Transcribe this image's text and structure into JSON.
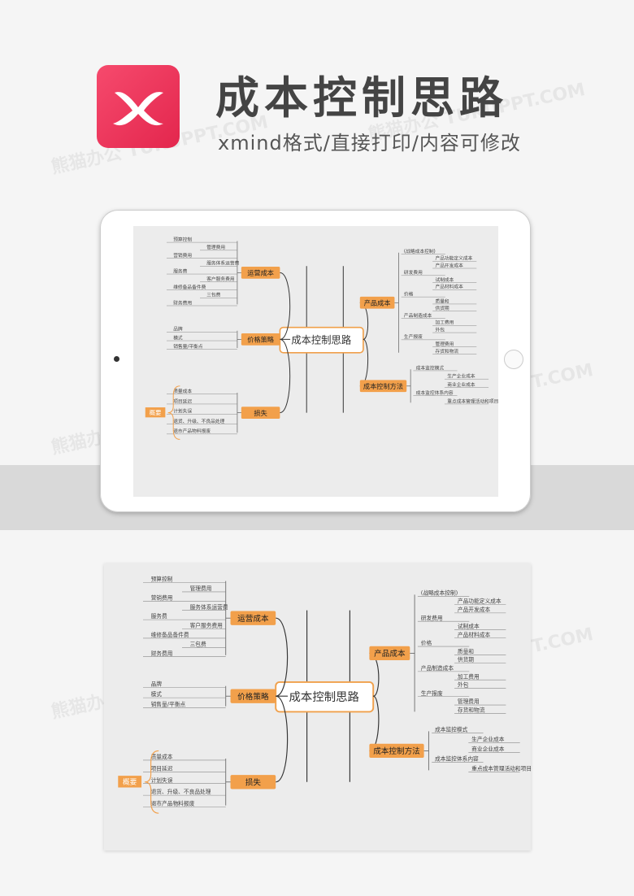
{
  "header": {
    "title": "成本控制思路",
    "subtitle": "xmind格式/直接打印/内容可修改",
    "logo_icon": "xmind-logo-icon",
    "watermark": "熊猫办公 TUKUPPT.COM"
  },
  "colors": {
    "accent": "#f2a04b",
    "center_border": "#f0a04b",
    "logo": "#e8325a"
  },
  "mindmap": {
    "center": "成本控制思路",
    "summary_label": "概要",
    "left": [
      {
        "label": "运营成本",
        "children": [
          "预算控制",
          "管理费用",
          "营销费用",
          "服务体系运营费",
          "服务费",
          "客户服务费用",
          "维修备品备件费",
          "三包费",
          "财务费用"
        ]
      },
      {
        "label": "价格策略",
        "children": [
          "品牌",
          "模式",
          "销售量/平衡点"
        ]
      },
      {
        "label": "损失",
        "children": [
          "质量成本",
          "项目延迟",
          "计划失误",
          "退货、升级、不良品处理",
          "退市产品物料报废"
        ]
      }
    ],
    "right": [
      {
        "label": "产品成本",
        "children": [
          "(战略成本控制)",
          "产品功能定义成本",
          "产品开发成本",
          "研发费用",
          "试制成本",
          "产品材料成本",
          "价格",
          "质量和",
          "供货期",
          "产品制造成本",
          "加工费用",
          "外包",
          "生产报废",
          "管理费用",
          "存货和物流"
        ]
      },
      {
        "label": "成本控制方法",
        "children": [
          "成本监控模式",
          "生产企业成本",
          "商业企业成本",
          "成本监控体系内容",
          "重点成本管理活动和项目"
        ]
      }
    ]
  }
}
